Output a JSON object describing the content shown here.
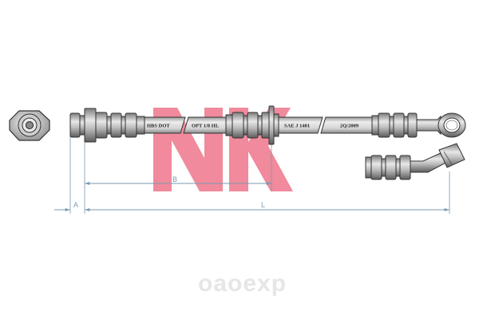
{
  "hose_prints": {
    "print_1": "HBS DOT",
    "print_2": "OPT 1/8 HL",
    "print_3": "SAE J 1401",
    "print_4": "2Q/2009"
  },
  "dimensions": {
    "a": "A",
    "b": "B",
    "l": "L"
  },
  "logo_text": "NK",
  "watermark": "oaoexp",
  "colors": {
    "logo": "#f08a9c",
    "dimension": "#7a9ab0",
    "outline": "#333333",
    "metal": "#b8b8b8"
  }
}
